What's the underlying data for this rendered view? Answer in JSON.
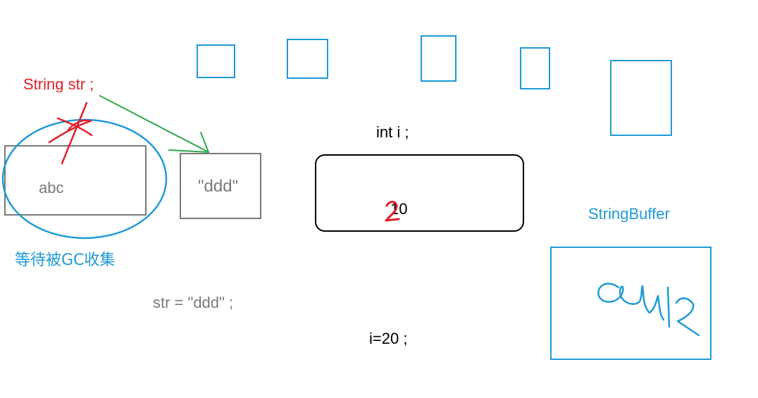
{
  "texts": {
    "string_decl": "String str ;",
    "abc": "abc",
    "ddd": "\"ddd\"",
    "gc_note": "等待被GC收集",
    "assign_str": "str = \"ddd\" ;",
    "int_decl": "int i ;",
    "int_value": "10",
    "assign_int": "i=20 ;",
    "string_buffer": "StringBuffer"
  },
  "colors": {
    "red": "#e0202a",
    "green": "#2ea84a",
    "blue": "#1f9ad6",
    "gray": "#7a7a7a",
    "black": "#000000"
  }
}
